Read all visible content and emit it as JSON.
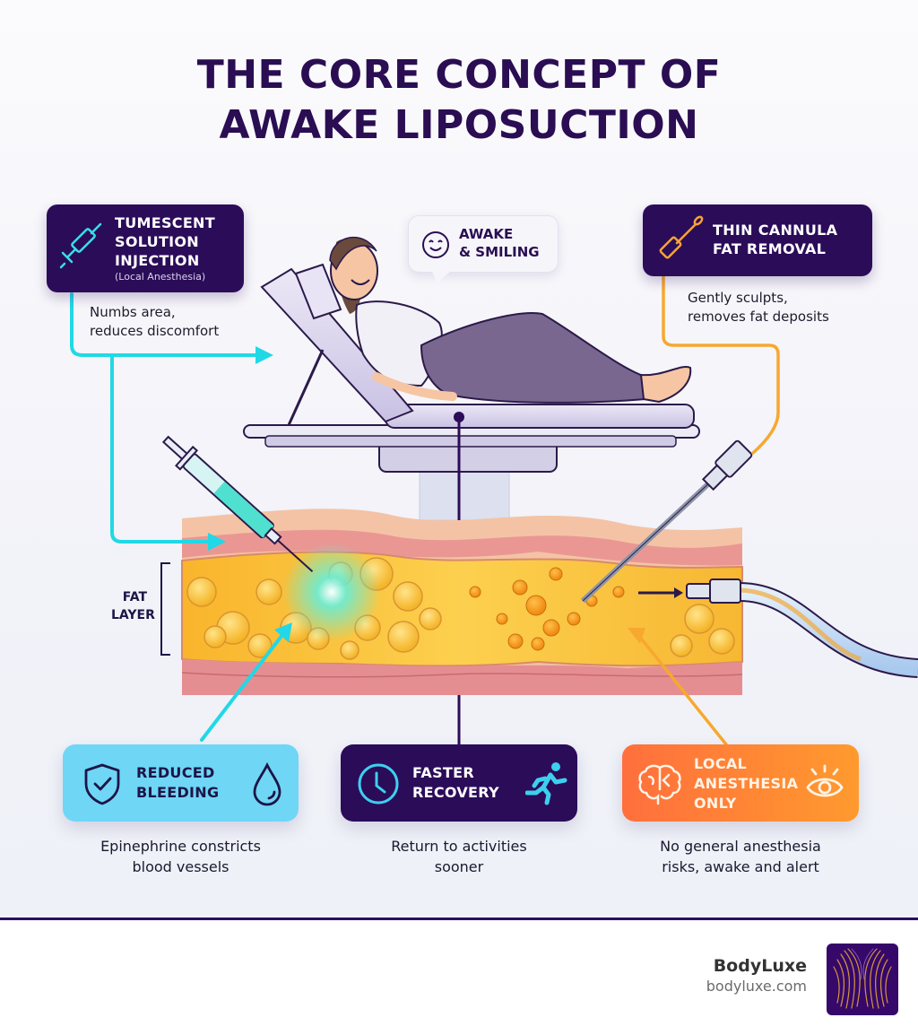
{
  "title": {
    "line1": "THE CORE CONCEPT OF",
    "line2": "AWAKE LIPOSUCTION"
  },
  "callouts": {
    "tumescent": {
      "icon": "syringe-icon",
      "heading_lines": [
        "TUMESCENT",
        "SOLUTION",
        "INJECTION"
      ],
      "subheading": "(Local Anesthesia)",
      "note_lines": [
        "Numbs area,",
        "reduces discomfort"
      ],
      "color": "#2b0c59",
      "connector_color": "#21d8e6"
    },
    "awake": {
      "icon": "smiley-face-icon",
      "heading_lines": [
        "AWAKE",
        "& SMILING"
      ]
    },
    "cannula": {
      "icon": "cannula-icon",
      "heading_lines": [
        "THIN CANNULA",
        "FAT REMOVAL"
      ],
      "note_lines": [
        "Gently sculpts,",
        "removes fat deposits"
      ],
      "color": "#2b0c59",
      "connector_color": "#f7a82f"
    }
  },
  "diagram": {
    "fat_layer_label_lines": [
      "FAT",
      "LAYER"
    ]
  },
  "benefits": [
    {
      "key": "bleeding",
      "icon_left": "shield-check-icon",
      "icon_right": "water-drop-icon",
      "heading_lines": [
        "REDUCED",
        "BLEEDING"
      ],
      "caption_lines": [
        "Epinephrine constricts",
        "blood vessels"
      ],
      "color": "#6fd6f6"
    },
    {
      "key": "recovery",
      "icon_left": "clock-icon",
      "icon_right": "running-person-icon",
      "heading_lines": [
        "FASTER",
        "RECOVERY"
      ],
      "caption_lines": [
        "Return to activities",
        "sooner"
      ],
      "color": "#2b0c59"
    },
    {
      "key": "anesthesia",
      "icon_left": "brain-icon",
      "icon_right": "eye-icon",
      "heading_lines": [
        "LOCAL",
        "ANESTHESIA",
        "ONLY"
      ],
      "caption_lines": [
        "No general anesthesia",
        "risks, awake and alert"
      ],
      "color": "#ff8a35"
    }
  ],
  "footer": {
    "brand_name": "BodyLuxe",
    "brand_url": "bodyluxe.com",
    "accent_color": "#2f0a63"
  }
}
